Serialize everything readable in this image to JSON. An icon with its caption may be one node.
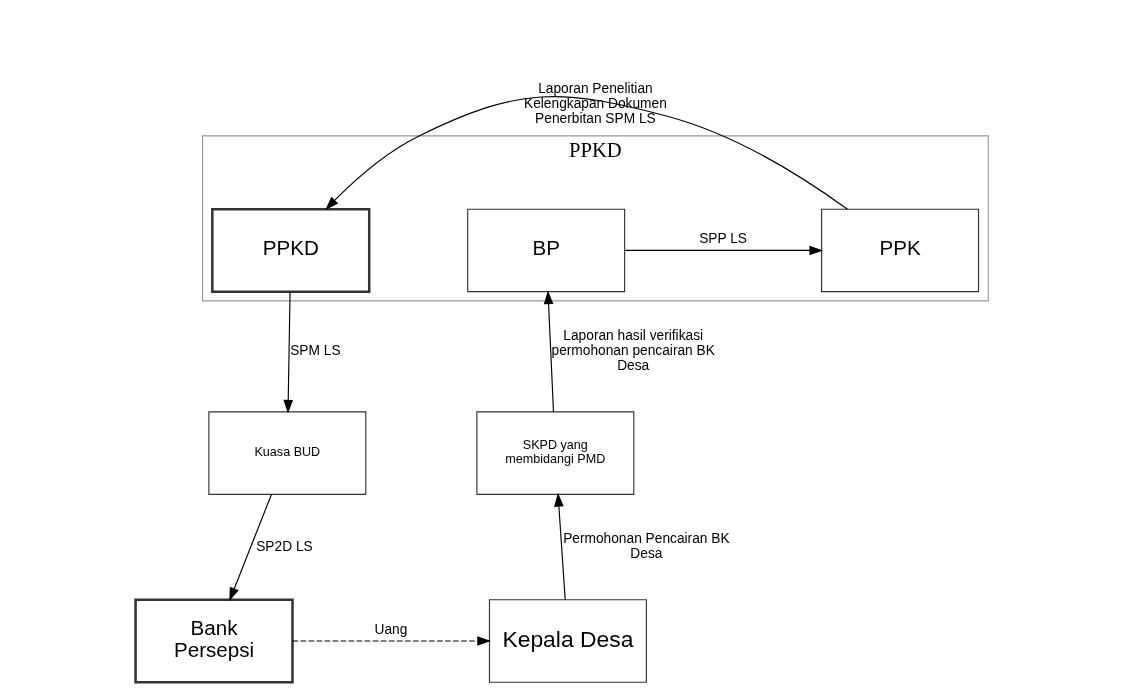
{
  "diagram": {
    "nodes": [
      {
        "text": [
          "PPKD"
        ]
      },
      {
        "text": [
          "BP"
        ],
        "in": 0
      },
      {
        "text": [
          "PPK"
        ],
        "in": 0
      },
      {
        "text": [
          "PPKD"
        ],
        "in": 0
      },
      {
        "text": [
          "SKPD yang membidangi PMD"
        ]
      },
      {
        "text": [
          "Kuasa BUD"
        ]
      },
      {
        "text": [
          "Kepala Desa"
        ]
      },
      {
        "text": [
          "Bank Persepsi"
        ]
      }
    ],
    "edges": [
      {
        "from": 1,
        "to": 2,
        "arrow": "to",
        "label": "SPP LS"
      },
      {
        "from": 2,
        "to": 3,
        "arrow": "to",
        "label": "Laporan Penelitian Kelengkapan Dokumen Penerbitan SPM LS"
      },
      {
        "from": 3,
        "to": 5,
        "arrow": "to",
        "label": "SPM LS"
      },
      {
        "from": 5,
        "to": 7,
        "arrow": "to",
        "label": "SP2D LS"
      },
      {
        "from": 7,
        "to": 6,
        "arrow": "to",
        "label": "Uang",
        "style": "dashed"
      },
      {
        "from": 6,
        "to": 4,
        "arrow": "to",
        "label": "Permohonan Pencairan BK Desa"
      },
      {
        "from": 4,
        "to": 1,
        "arrow": "to",
        "label": "Laporan hasil verifikasi permohonan pencairan BK Desa"
      }
    ]
  }
}
